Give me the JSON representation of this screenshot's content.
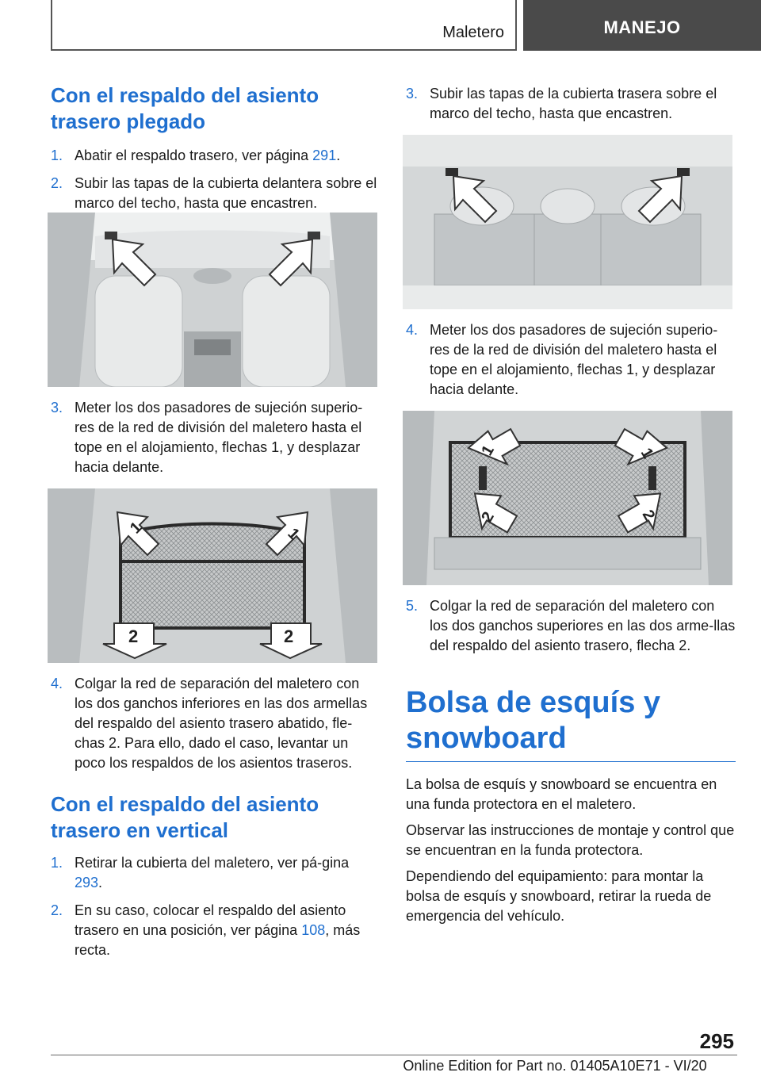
{
  "header": {
    "section": "Maletero",
    "chapter": "MANEJO"
  },
  "left": {
    "heading1": "Con el respaldo del asiento trasero plegado",
    "steps1": [
      {
        "num": "1.",
        "text": "Abatir el respaldo trasero, ver página ",
        "link": "291",
        "tail": "."
      },
      {
        "num": "2.",
        "text": "Subir las tapas de la cubierta delantera sobre el marco del techo, hasta que encastren."
      }
    ],
    "step3": {
      "num": "3.",
      "text": "Meter los dos pasadores de sujeción superio-res de la red de división del maletero hasta el tope en el alojamiento, flechas 1, y desplazar hacia delante."
    },
    "step4": {
      "num": "4.",
      "text": "Colgar la red de separación del maletero con los dos ganchos inferiores en las dos armellas del respaldo del asiento trasero abatido, fle-chas 2. Para ello, dado el caso, levantar un poco los respaldos de los asientos traseros."
    },
    "heading2": "Con el respaldo del asiento trasero en vertical",
    "steps2": [
      {
        "num": "1.",
        "text": "Retirar la cubierta del maletero, ver pá-gina ",
        "link": "293",
        "tail": "."
      },
      {
        "num": "2.",
        "text": "En su caso, colocar el respaldo del asiento trasero en una posición, ver página ",
        "link": "108",
        "tail": ", más recta."
      }
    ]
  },
  "right": {
    "step3": {
      "num": "3.",
      "text": "Subir las tapas de la cubierta trasera sobre el marco del techo, hasta que encastren."
    },
    "step4": {
      "num": "4.",
      "text": "Meter los dos pasadores de sujeción superio-res de la red de división del maletero hasta el tope en el alojamiento, flechas 1, y desplazar hacia delante."
    },
    "step5": {
      "num": "5.",
      "text": "Colgar la red de separación del maletero con los dos ganchos superiores en las dos arme-llas del respaldo del asiento trasero, flecha 2."
    },
    "heading": "Bolsa de esquís y snowboard",
    "paragraphs": [
      "La bolsa de esquís y snowboard se encuentra en una funda protectora en el maletero.",
      "Observar las instrucciones de montaje y control que se encuentran en la funda protectora.",
      "Dependiendo del equipamiento: para montar la bolsa de esquís y snowboard, retirar la rueda de emergencia del vehículo."
    ]
  },
  "figure_labels": {
    "arrow1": "1",
    "arrow2": "2"
  },
  "footer": {
    "page": "295",
    "edition": "Online Edition for Part no. 01405A10E71 - VI/20"
  }
}
